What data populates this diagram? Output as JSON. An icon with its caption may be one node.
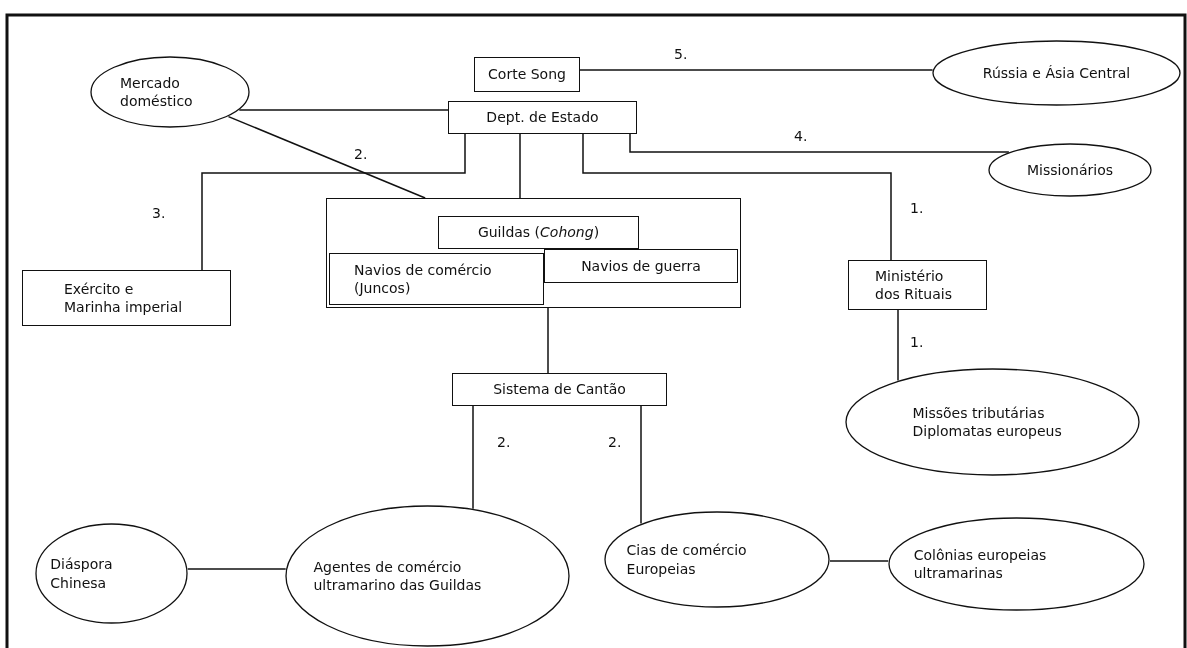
{
  "diagram": {
    "nodes": [
      {
        "text": [
          "Corte Song"
        ]
      },
      {
        "text": [
          "Dept. de Estado"
        ]
      },
      {
        "text": [
          "Mercado doméstico"
        ]
      },
      {
        "text": [
          "Rússia e Ásia Central"
        ]
      },
      {
        "text": [
          "Missionários"
        ]
      },
      {
        "text": [],
        "shape": "box"
      },
      {
        "text": [
          "Guildas (*Cohong*)"
        ],
        "in": 5
      },
      {
        "text": [
          "Navios de comércio (Juncos)"
        ],
        "in": 5
      },
      {
        "text": [
          "Navios de guerra"
        ],
        "in": 5
      },
      {
        "text": [
          "Exército e Marinha imperial"
        ]
      },
      {
        "text": [
          "Ministério dos Rituais"
        ]
      },
      {
        "text": [
          "Sistema de Cantão"
        ]
      },
      {
        "text": [
          "Missões tributárias Diplomatas europeus"
        ]
      },
      {
        "text": [
          "Diáspora Chinesa"
        ]
      },
      {
        "text": [
          "Agentes de comércio ultramarino das Guildas"
        ]
      },
      {
        "text": [
          "Cias de comércio Europeias"
        ]
      },
      {
        "text": [
          "Colônias europeias ultramarinas"
        ]
      }
    ],
    "edges": [
      {
        "from": 0,
        "to": 3,
        "arrow": "none",
        "label": "5."
      },
      {
        "from": 2,
        "to": 1,
        "arrow": "none"
      },
      {
        "from": 2,
        "to": 5,
        "arrow": "none",
        "label": "2."
      },
      {
        "from": 1,
        "to": 9,
        "arrow": "none",
        "label": "3."
      },
      {
        "from": 1,
        "to": 5,
        "arrow": "none"
      },
      {
        "from": 1,
        "to": 10,
        "arrow": "none",
        "label": "1."
      },
      {
        "from": 1,
        "to": 4,
        "arrow": "none",
        "label": "4."
      },
      {
        "from": 5,
        "to": 11,
        "arrow": "none"
      },
      {
        "from": 10,
        "to": 12,
        "arrow": "none",
        "label": "1."
      },
      {
        "from": 11,
        "to": 14,
        "arrow": "none",
        "label": "2."
      },
      {
        "from": 11,
        "to": 15,
        "arrow": "none",
        "label": "2."
      },
      {
        "from": 13,
        "to": 14,
        "arrow": "none"
      },
      {
        "from": 15,
        "to": 16,
        "arrow": "none"
      }
    ]
  }
}
